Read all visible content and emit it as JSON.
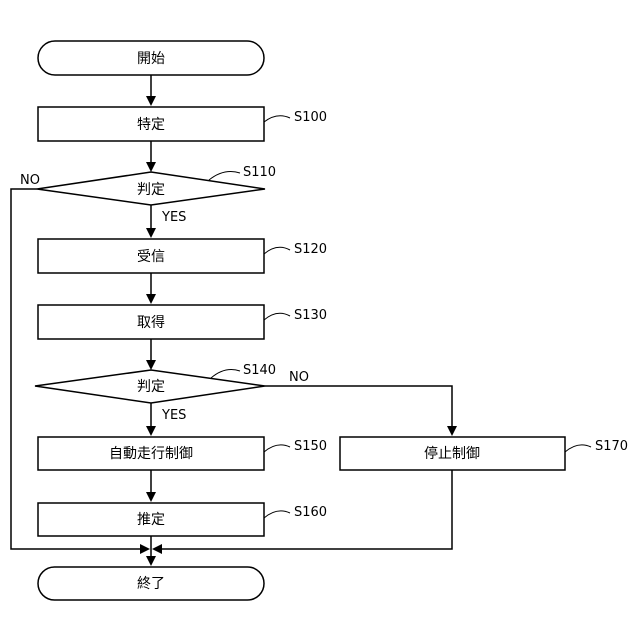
{
  "nodes": {
    "start": "開始",
    "identify": "特定",
    "judge1": "判定",
    "receive": "受信",
    "acquire": "取得",
    "judge2": "判定",
    "auto_drive": "自動走行制御",
    "estimate": "推定",
    "stop": "停止制御",
    "end": "終了"
  },
  "steps": {
    "identify": "S100",
    "judge1": "S110",
    "receive": "S120",
    "acquire": "S130",
    "judge2": "S140",
    "auto_drive": "S150",
    "estimate": "S160",
    "stop": "S170"
  },
  "branches": {
    "judge1_no": "NO",
    "judge1_yes": "YES",
    "judge2_no": "NO",
    "judge2_yes": "YES"
  }
}
